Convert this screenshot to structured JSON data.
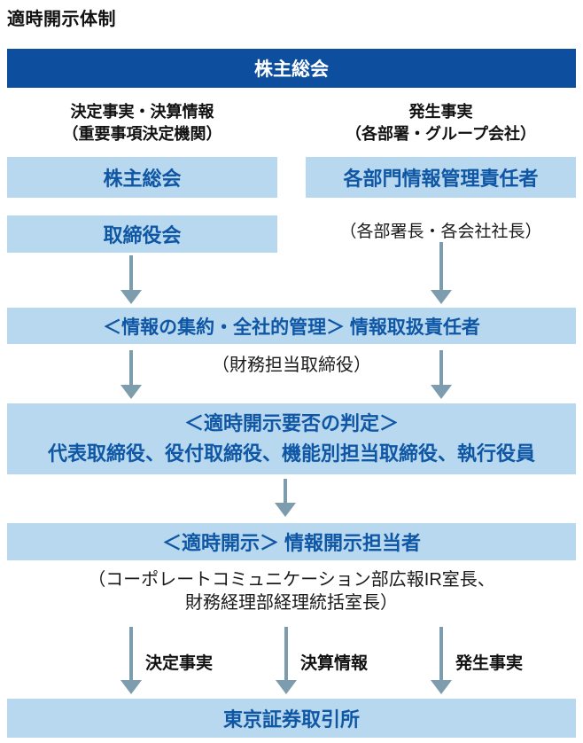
{
  "page": {
    "title": "適時開示体制"
  },
  "colors": {
    "header_box_bg": "#0d4e9e",
    "node_box_bg": "#b7d8ee",
    "node_text_blue": "#0f57a5",
    "arrow_gray_blue": "#7d9cae",
    "body_text": "#1a1a1a",
    "background": "#ffffff"
  },
  "top_box": {
    "label": "株主総会"
  },
  "left_column": {
    "header_line1": "決定事実・決算情報",
    "header_line2": "（重要事項決定機関）",
    "box1": "株主総会",
    "box2": "取締役会"
  },
  "right_column": {
    "header_line1": "発生事実",
    "header_line2": "（各部署・グループ会社）",
    "box1": "各部門情報管理責任者",
    "note": "（各部署長・各会社社長）"
  },
  "aggregation_box": {
    "label": "＜情報の集約・全社的管理＞ 情報取扱責任者",
    "note": "（財務担当取締役）"
  },
  "judgement_box": {
    "line1": "＜適時開示要否の判定＞",
    "line2": "代表取締役、役付取締役、機能別担当取締役、執行役員"
  },
  "disclosure_box": {
    "label": "＜適時開示＞ 情報開示担当者",
    "note_line1": "（コーポレートコミュニケーション部広報IR室長、",
    "note_line2": "財務経理部経理統括室長）"
  },
  "flow_labels": {
    "left": "決定事実",
    "middle": "決算情報",
    "right": "発生事実"
  },
  "bottom_box": {
    "label": "東京証券取引所"
  }
}
